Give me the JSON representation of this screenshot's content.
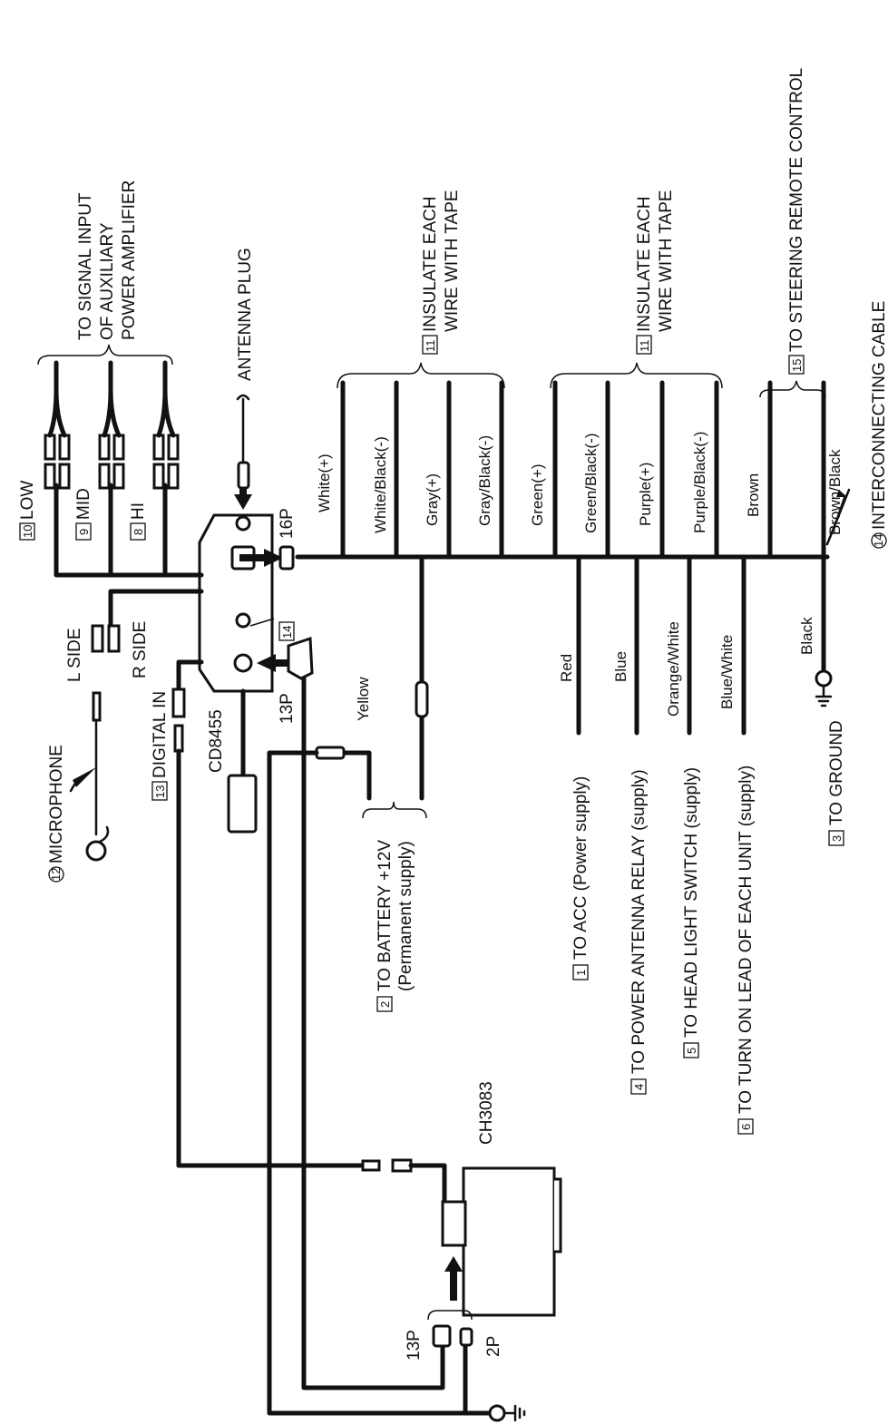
{
  "amp": {
    "title": "TO SIGNAL INPUT OF AUXILIARY POWER AMPLIFIER",
    "low": {
      "num": "10",
      "label": "LOW"
    },
    "mid": {
      "num": "9",
      "label": "MID"
    },
    "hi": {
      "num": "8",
      "label": "HI"
    }
  },
  "antenna_plug": "ANTENNA PLUG",
  "connectors": {
    "p16": "16P",
    "p13_main": "13P",
    "p13_changer": "13P",
    "p2": "2P",
    "cd": "CD8455",
    "changer": "CH3083",
    "box14": "14"
  },
  "rca_sides": {
    "left": "L SIDE",
    "right": "R SIDE"
  },
  "microphone": {
    "num": "12",
    "label": "MICROPHONE"
  },
  "digital_in": {
    "num": "13",
    "label": "DIGITAL IN"
  },
  "insulate": [
    {
      "num": "11",
      "line1": "INSULATE EACH",
      "line2": "WIRE WITH TAPE"
    },
    {
      "num": "11",
      "line1": "INSULATE EACH",
      "line2": "WIRE WITH TAPE"
    }
  ],
  "steering": {
    "num": "15",
    "label": "TO STEERING REMOTE CONTROL"
  },
  "interconnecting": {
    "num": "14",
    "label": "INTERCONNECTING CABLE"
  },
  "speaker_wires": [
    "White(+)",
    "White/Black(-)",
    "Gray(+)",
    "Gray/Black(-)",
    "Green(+)",
    "Green/Black(-)",
    "Purple(+)",
    "Purple/Black(-)",
    "Brown",
    "Brown/Black"
  ],
  "lower_wires": [
    "Yellow",
    "Red",
    "Blue",
    "Orange/White",
    "Blue/White",
    "Black"
  ],
  "destinations": {
    "battery": {
      "num": "2",
      "line1": "TO BATTERY +12V",
      "line2": "(Permanent supply)"
    },
    "acc": {
      "num": "1",
      "label": "TO ACC (Power supply)"
    },
    "antenna_relay": {
      "num": "4",
      "label": "TO POWER ANTENNA RELAY (supply)"
    },
    "headlight": {
      "num": "5",
      "label": "TO HEAD LIGHT SWITCH (supply)"
    },
    "turn_on": {
      "num": "6",
      "label": "TO TURN ON LEAD OF EACH UNIT (supply)"
    },
    "ground": {
      "num": "3",
      "label": "TO GROUND"
    }
  }
}
